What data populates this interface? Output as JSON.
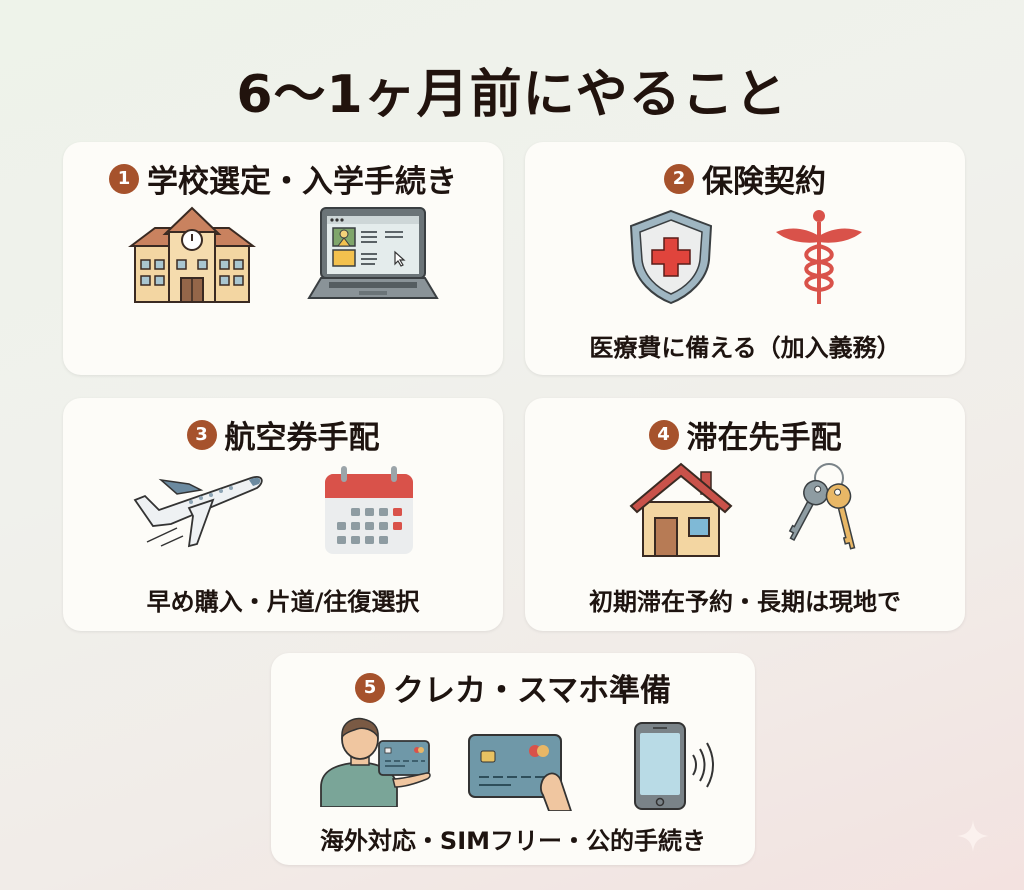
{
  "title": "6～1ヶ月前にやること",
  "cards": [
    {
      "number": "1",
      "heading": "学校選定・入学手続き",
      "subtitle": "",
      "icons": [
        "school-building-icon",
        "laptop-application-icon"
      ]
    },
    {
      "number": "2",
      "heading": "保険契約",
      "subtitle": "医療費に備える（加入義務）",
      "icons": [
        "shield-red-cross-icon",
        "caduceus-icon"
      ]
    },
    {
      "number": "3",
      "heading": "航空券手配",
      "subtitle": "早め購入・片道/往復選択",
      "icons": [
        "airplane-takeoff-icon",
        "calendar-icon"
      ]
    },
    {
      "number": "4",
      "heading": "滞在先手配",
      "subtitle": "初期滞在予約・長期は現地で",
      "icons": [
        "house-icon",
        "keys-icon"
      ]
    },
    {
      "number": "5",
      "heading": "クレカ・スマホ準備",
      "subtitle": "海外対応・SIMフリー・公的手続き",
      "icons": [
        "person-holding-card-icon",
        "credit-card-hand-icon",
        "smartphone-signal-icon"
      ]
    }
  ],
  "colors": {
    "badge": "#a6522c",
    "card_bg": "#fdfcf8",
    "title_text": "#21130d"
  }
}
